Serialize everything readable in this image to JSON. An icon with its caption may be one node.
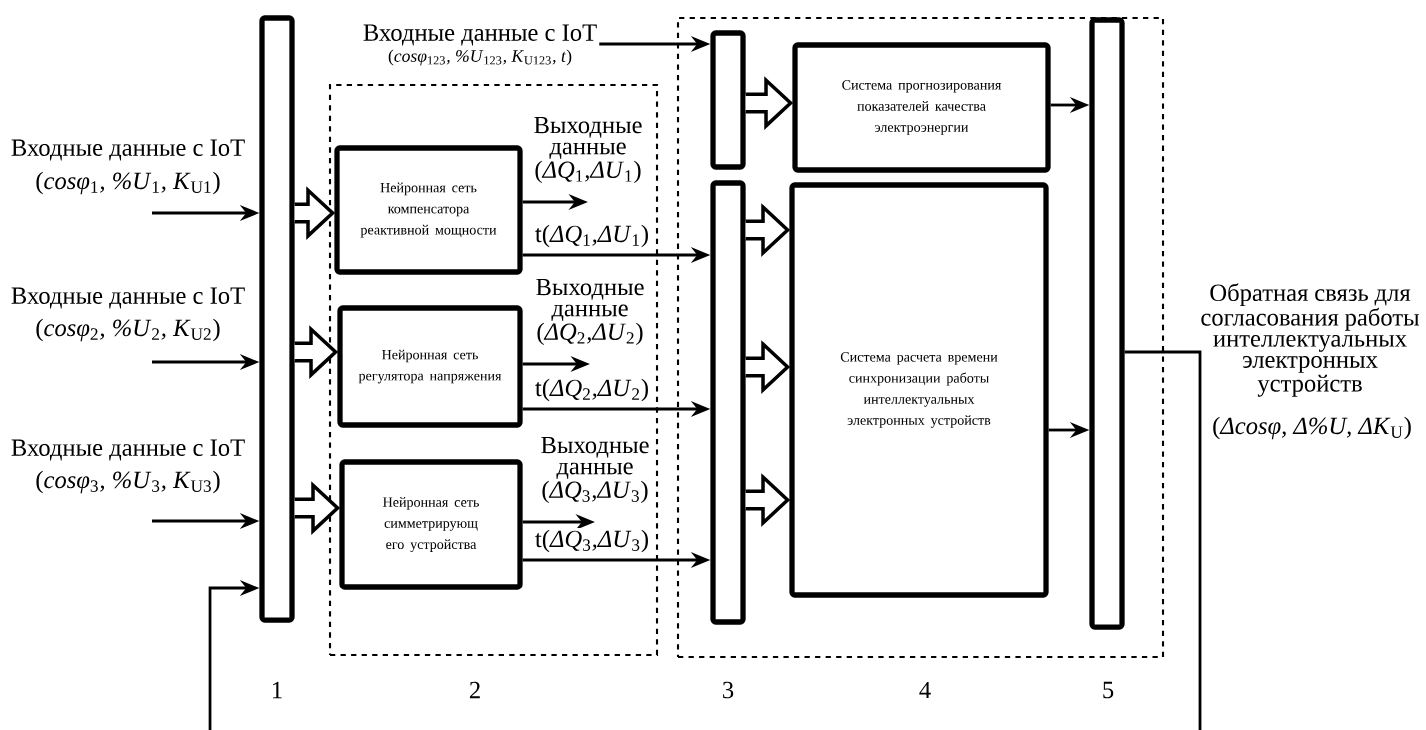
{
  "diagram": {
    "nodes": [
      {
        "text": [],
        "shape": "bar"
      },
      {
        "text": [],
        "shape": "box"
      },
      {
        "text": [
          "Нейронная сеть компенсатора реактивной мощности"
        ],
        "in": 1
      },
      {
        "text": [
          "Нейронная сеть регулятора напряжения"
        ],
        "in": 1
      },
      {
        "text": [
          "Нейронная сеть симметрирующ его устройства"
        ],
        "in": 1
      },
      {
        "text": [],
        "shape": "box"
      },
      {
        "text": [],
        "shape": "bar",
        "in": 5
      },
      {
        "text": [],
        "shape": "bar",
        "in": 5
      },
      {
        "text": [
          "Система прогнозирования показателей качества электроэнергии"
        ],
        "in": 5
      },
      {
        "text": [
          "Система расчета времени синхронизации работы интеллектуальных электронных устройств"
        ],
        "in": 5
      },
      {
        "text": [],
        "shape": "bar",
        "in": 5
      },
      {
        "text": [
          "Входные данные с IoT",
          "(*cosφ*$_{123}$*, %U*$_{123}$*, K*$_{U123}$*, t*)"
        ]
      },
      {
        "text": [
          "Выходные данные (*ΔQ*$_{1}$*,ΔU*$_{1}$)"
        ],
        "in": 1
      },
      {
        "text": [
          "Выходные данные (*ΔQ*$_{2}$*,ΔU*$_{2}$)"
        ],
        "in": 1
      },
      {
        "text": [
          "Выходные данные (*ΔQ*$_{3}$*,ΔU*$_{3}$)"
        ],
        "in": 1
      }
    ],
    "edges": [
      {
        "from": null,
        "to": 0,
        "arrow": "to"
      },
      {
        "from": null,
        "to": 0,
        "arrow": "to"
      },
      {
        "from": null,
        "to": 0,
        "arrow": "to"
      },
      {
        "from": null,
        "to": 0,
        "arrow": "to"
      },
      {
        "from": 0,
        "to": 2,
        "arrow": "to",
        "style": "thick"
      },
      {
        "from": 0,
        "to": 3,
        "arrow": "to",
        "style": "thick"
      },
      {
        "from": 0,
        "to": 4,
        "arrow": "to",
        "style": "thick"
      },
      {
        "from": 2,
        "to": 12,
        "arrow": "to"
      },
      {
        "from": 3,
        "to": 13,
        "arrow": "to"
      },
      {
        "from": 4,
        "to": 14,
        "arrow": "to"
      },
      {
        "from": 2,
        "to": 7,
        "arrow": "to",
        "label": "t(*ΔQ*$_{1}$*,ΔU*$_{1}$)"
      },
      {
        "from": 3,
        "to": 7,
        "arrow": "to",
        "label": "t(*ΔQ*$_{2}$*,ΔU*$_{2}$)"
      },
      {
        "from": 4,
        "to": 7,
        "arrow": "to",
        "label": "t(*ΔQ*$_{3}$*,ΔU*$_{3}$)"
      },
      {
        "from": 11,
        "to": 6,
        "arrow": "to"
      },
      {
        "from": 6,
        "to": 8,
        "arrow": "to",
        "style": "thick"
      },
      {
        "from": 7,
        "to": 9,
        "arrow": "to",
        "style": "thick"
      },
      {
        "from": 7,
        "to": 9,
        "arrow": "to",
        "style": "thick"
      },
      {
        "from": 7,
        "to": 9,
        "arrow": "to",
        "style": "thick"
      },
      {
        "from": 8,
        "to": 10,
        "arrow": "to"
      },
      {
        "from": 9,
        "to": 10,
        "arrow": "to"
      },
      {
        "from": 10,
        "to": null,
        "arrow": "none"
      }
    ],
    "labels": [
      "Входные данные с IoT",
      "(*cosφ*$_{1}$*, %U*$_{1}$*, K*$_{U1}$)",
      "Входные данные с IoT",
      "(*cosφ*$_{2}$*, %U*$_{2}$*, K*$_{U2}$)",
      "Входные данные с IoT",
      "(*cosφ*$_{3}$*, %U*$_{3}$*, K*$_{U3}$)",
      "Обратная связь для согласования работы интеллектуальных электронных устройств",
      "(*Δcosφ, Δ%U, ΔK*$_{U}$)",
      "1",
      "2",
      "3",
      "4",
      "5"
    ]
  }
}
